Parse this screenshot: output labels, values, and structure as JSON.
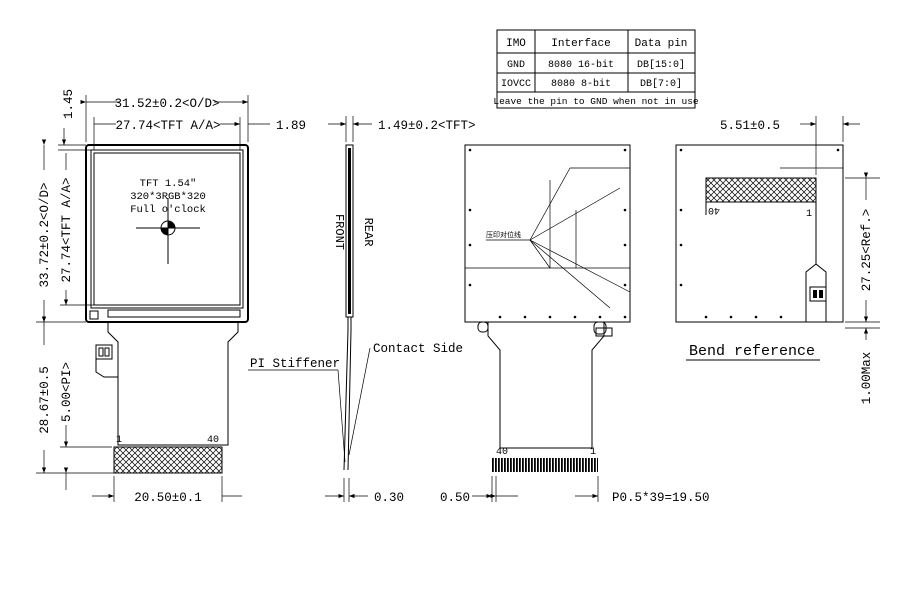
{
  "table": {
    "headers": [
      "IMO",
      "Interface",
      "Data pin"
    ],
    "rows": [
      [
        "GND",
        "8080 16-bit",
        "DB[15:0]"
      ],
      [
        "IOVCC",
        "8080 8-bit",
        "DB[7:0]"
      ]
    ],
    "note": "Leave the pin to GND when not in use"
  },
  "dimensions": {
    "od_width": "31.52±0.2<O/D>",
    "aa_width": "27.74<TFT A/A>",
    "right_gap": "1.89",
    "top_gap": "1.45",
    "od_height": "33.72±0.2<O/D>",
    "aa_height": "27.74<TFT A/A>",
    "fpc_length": "28.67±0.5",
    "pi_length": "5.00<PI>",
    "fpc_width": "20.50±0.1",
    "tft_thickness": "1.49±0.2<TFT>",
    "stiffener_thickness": "0.30",
    "pitch_offset": "0.50",
    "pitch": "P0.5*39=19.50",
    "bend_width": "5.51±0.5",
    "bend_ref": "27.25<Ref.>",
    "bend_max": "1.00Max"
  },
  "screen_text": {
    "line1": "TFT 1.54\"",
    "line2": "320*3RGB*320",
    "line3": "Full o'clock"
  },
  "labels": {
    "front": "FRONT",
    "rear": "REAR",
    "pi_stiffener": "PI Stiffener",
    "contact_side": "Contact Side",
    "bend_reference": "Bend reference",
    "align_mark": "压印对位线"
  },
  "pins": {
    "front_first": "1",
    "front_last": "40",
    "back_first": "40",
    "back_last": "1",
    "bend_left": "40",
    "bend_right": "1"
  }
}
